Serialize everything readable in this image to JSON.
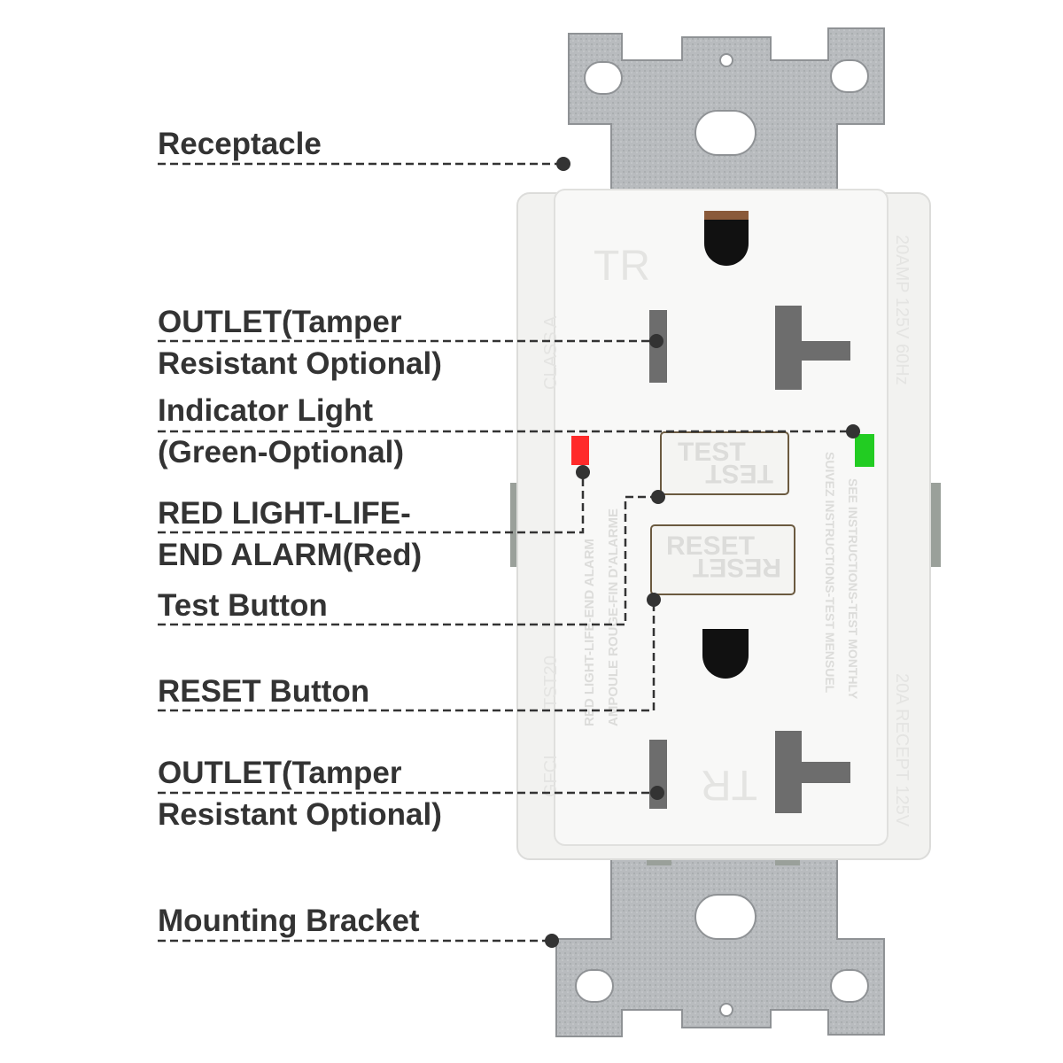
{
  "labels": {
    "receptacle": "Receptacle",
    "outlet_top_1": "OUTLET(Tamper",
    "outlet_top_2": "Resistant Optional)",
    "indicator_1": "Indicator Light",
    "indicator_2": "(Green-Optional)",
    "red_light_1": "RED LIGHT-LIFE-",
    "red_light_2": "END ALARM(Red)",
    "test_button": "Test Button",
    "reset_button": "RESET Button",
    "outlet_bottom_1": "OUTLET(Tamper",
    "outlet_bottom_2": "Resistant Optional)",
    "mounting_bracket": "Mounting Bracket"
  },
  "device": {
    "tr_top": "TR",
    "tr_bottom": "TR",
    "class": "CLASS A",
    "rating_top": "20AMP 125V 60Hz",
    "rating_bottom": "20A RECEPT 125V",
    "model": "TST20",
    "type": "GFCI",
    "test": "TEST",
    "reset": "RESET",
    "alarm_en": "RED LIGHT-LIFE-END ALARM",
    "alarm_fr": "AMPOULE ROUGE-FIN D'ALARME",
    "instr_en": "SEE INSTRUCTIONS-TEST MONTHLY",
    "instr_fr": "SUIVEZ INSTRUCTIONS-TEST MENSUEL"
  },
  "colors": {
    "red_led": "#ff2a2a",
    "green_led": "#22cc22",
    "metal": "#b9bcbf",
    "label": "#333333"
  }
}
